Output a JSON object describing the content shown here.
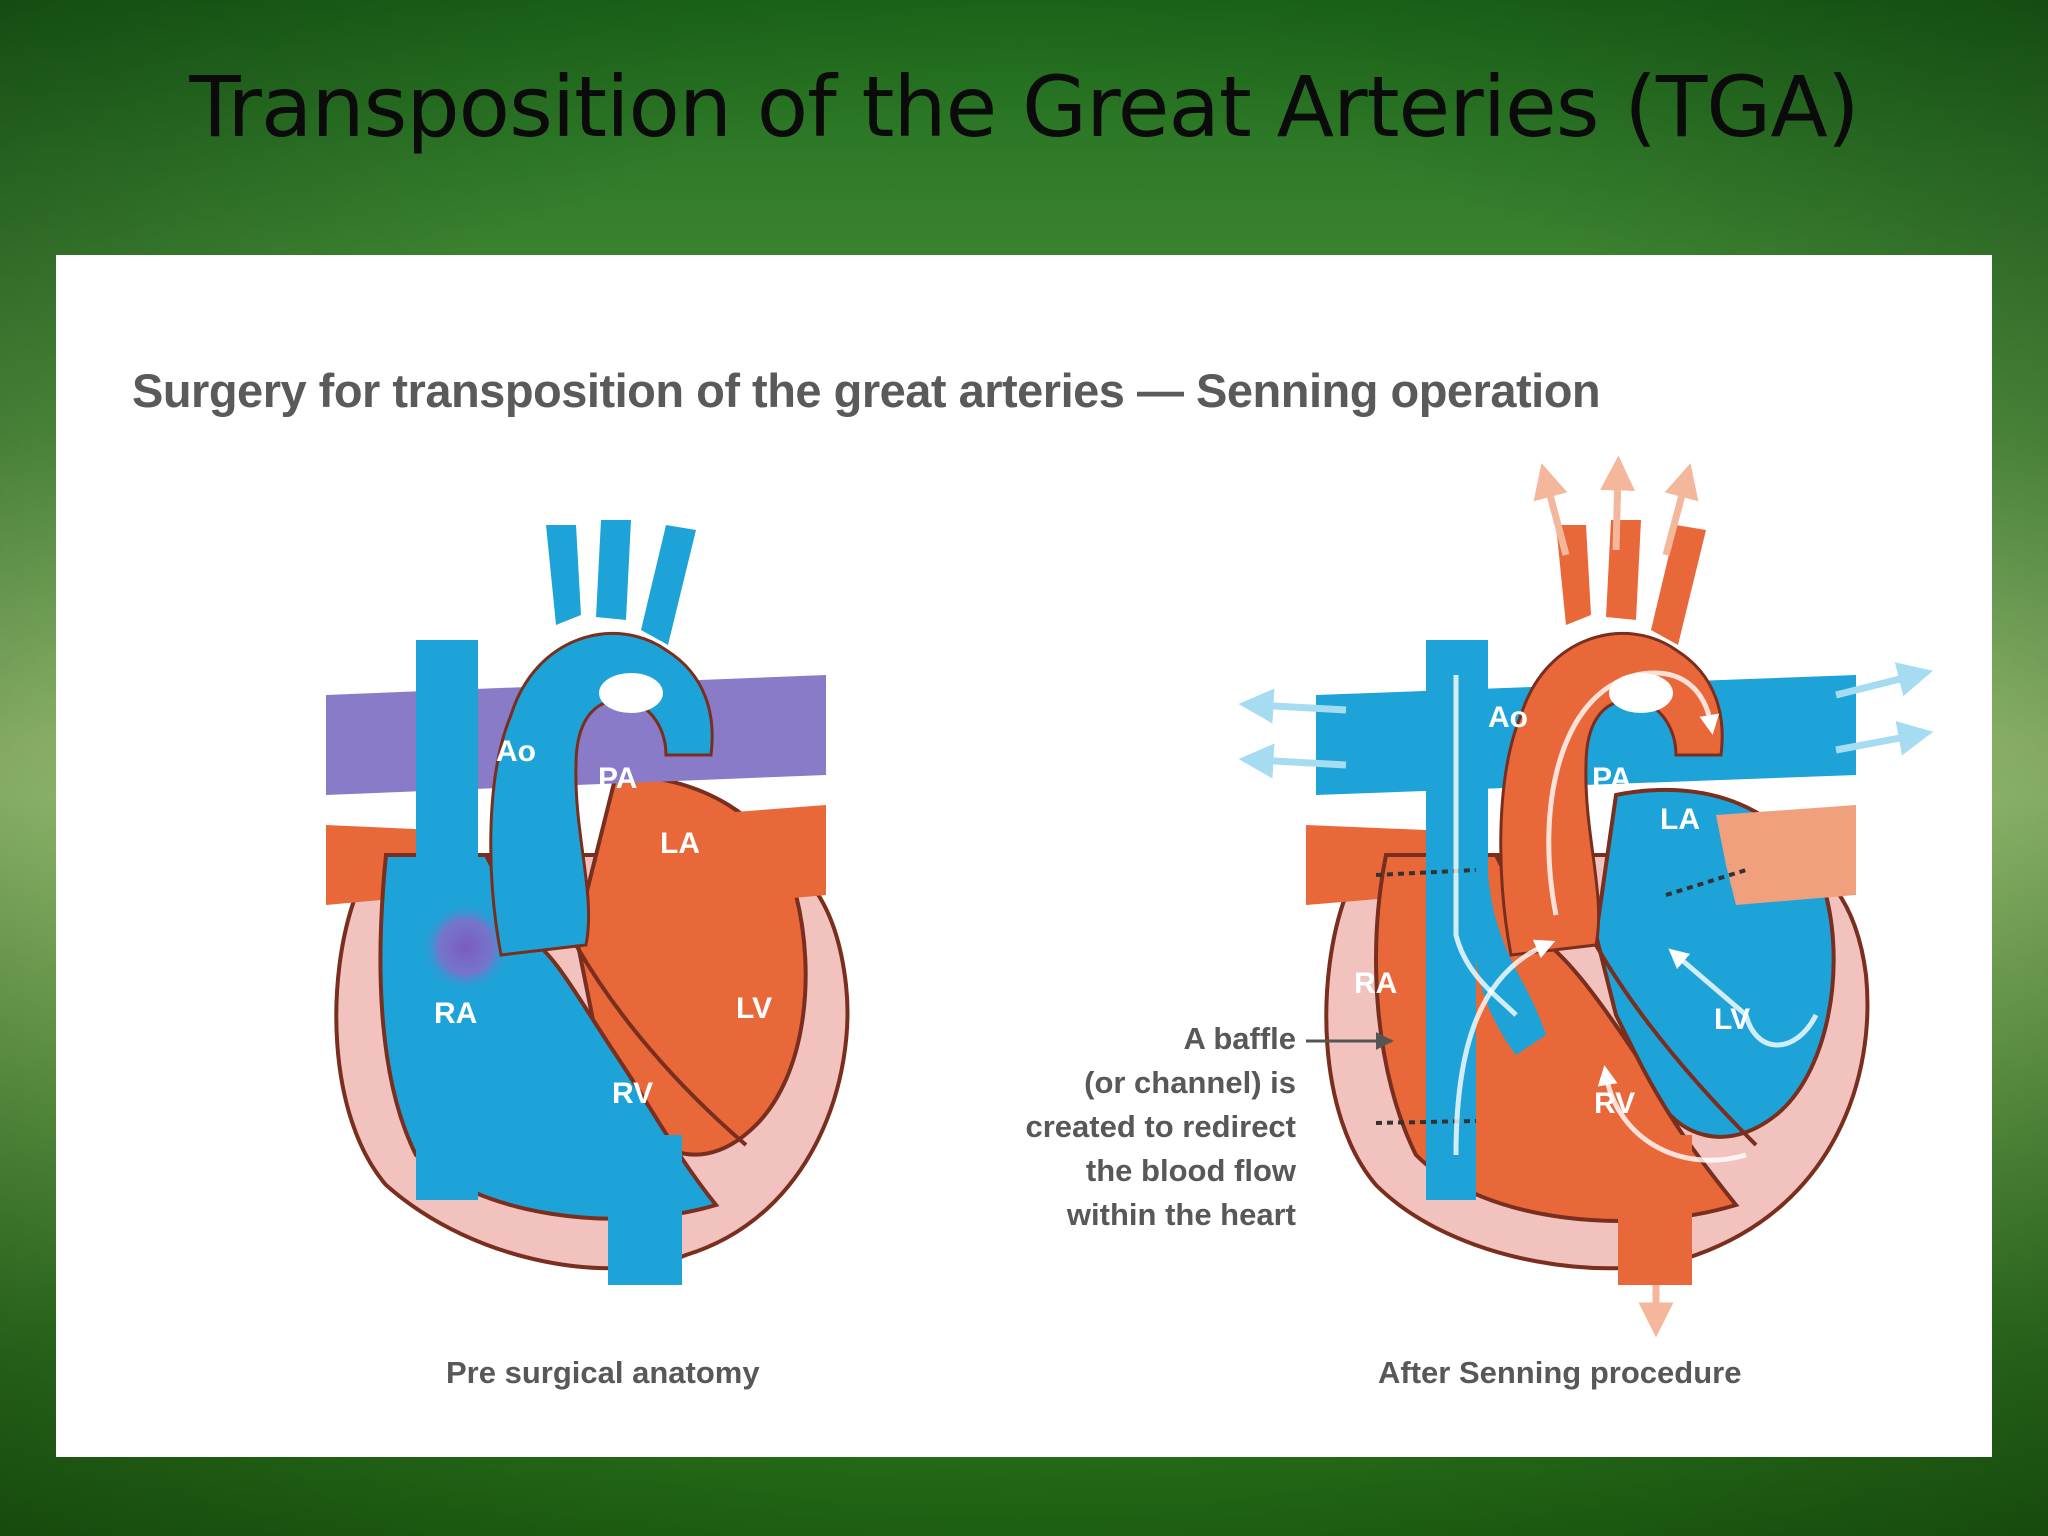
{
  "slide": {
    "title": "Transposition of the Great Arteries (TGA)"
  },
  "figure": {
    "title": "Surgery for transposition of the great arteries — Senning operation",
    "colors": {
      "deoxygenated": "#1ea3d8",
      "oxygenated": "#e8683a",
      "mixed": "#8a7bc8",
      "muscle": "#f2c2bf",
      "outline": "#7a2e1e"
    },
    "pre": {
      "caption": "Pre surgical anatomy",
      "labels": {
        "ao": "Ao",
        "pa": "PA",
        "la": "LA",
        "ra": "RA",
        "lv": "LV",
        "rv": "RV"
      }
    },
    "post": {
      "caption": "After Senning procedure",
      "labels": {
        "ao": "Ao",
        "pa": "PA",
        "la": "LA",
        "ra": "RA",
        "lv": "LV",
        "rv": "RV"
      },
      "note": [
        "A baffle",
        "(or channel) is",
        "created to redirect",
        "the blood flow",
        "within the heart"
      ]
    }
  }
}
